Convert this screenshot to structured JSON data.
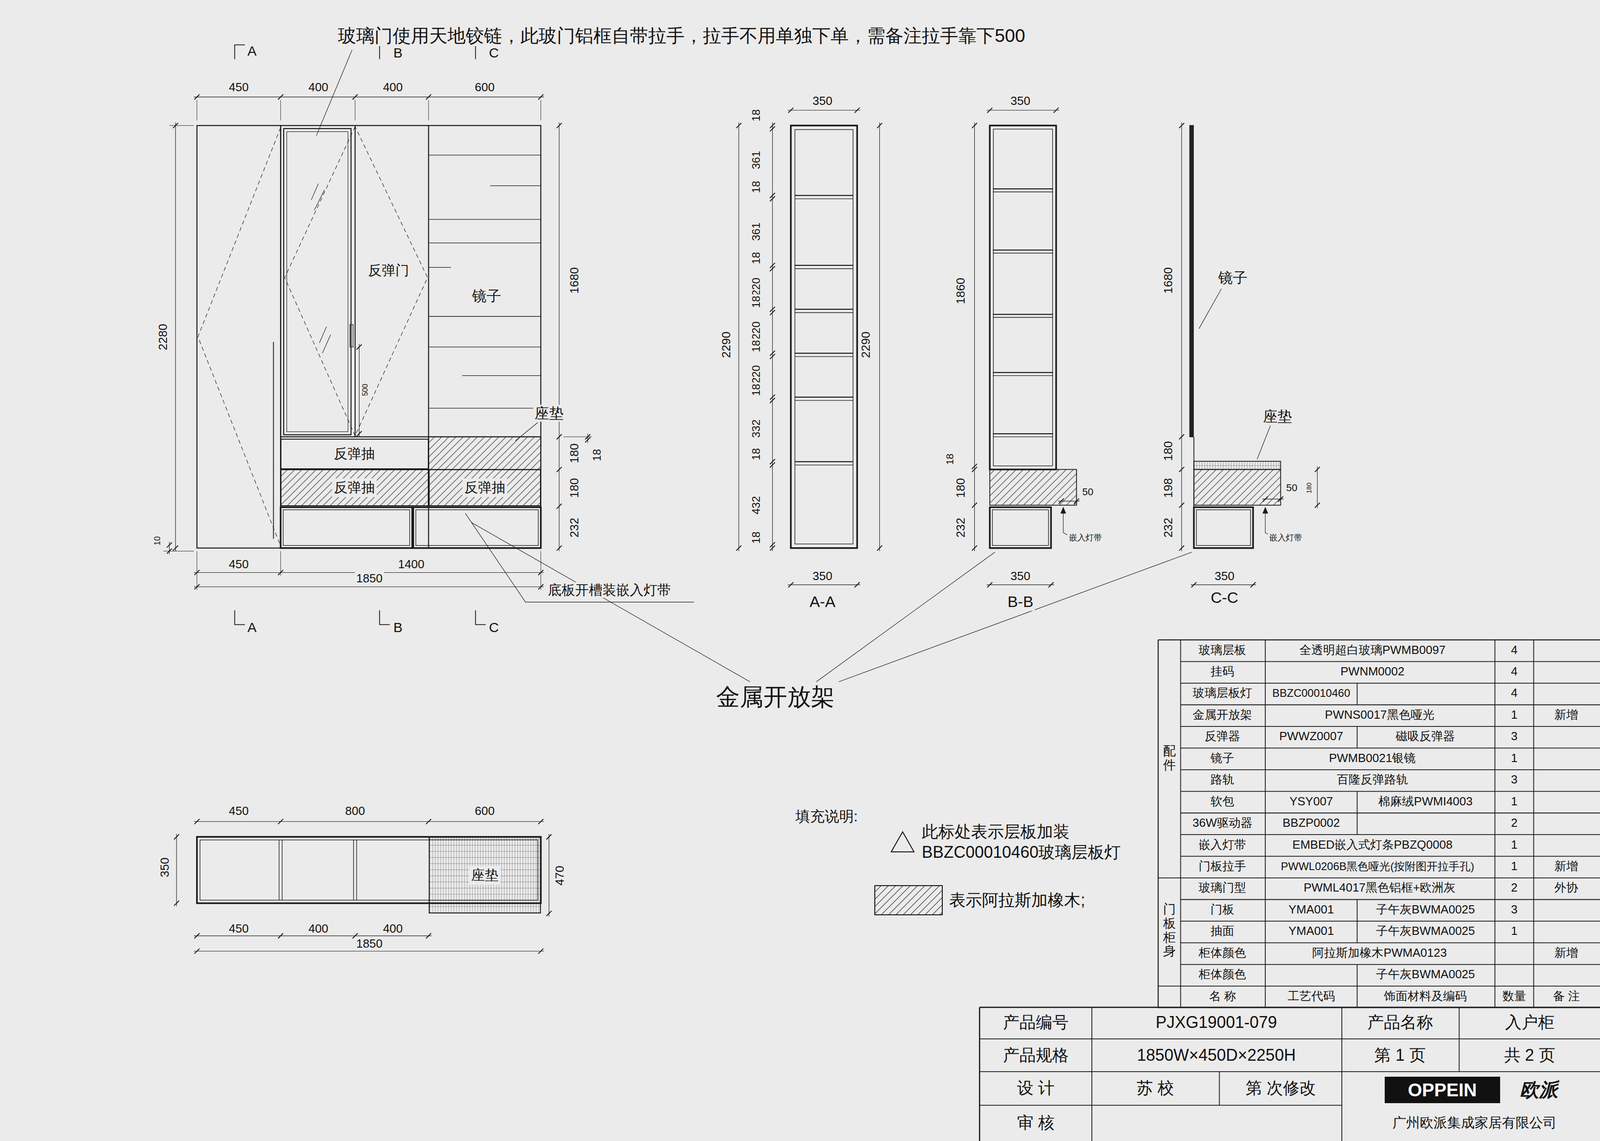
{
  "diagram": {
    "nodes": [
      {
        "text": [
          "反弹抽"
        ]
      },
      {
        "text": [
          "反弹抽"
        ]
      },
      {
        "text": [
          "反弹抽"
        ]
      },
      {
        "text": [
          "座垫"
        ]
      },
      {
        "text": [
          "OPPEIN"
        ]
      }
    ],
    "labels": [
      "玻璃门使用天地铰链，此玻门铝框自带拉手，拉手不用单独下单，需备注拉手靠下500",
      "A",
      "B",
      "C",
      "450",
      "400",
      "400",
      "600",
      "2280",
      "10",
      "反弹门",
      "镜子",
      "500",
      "座垫",
      "1680",
      "180",
      "18",
      "180",
      "232",
      "450",
      "1400",
      "1850",
      "底板开槽装嵌入灯带",
      "A",
      "B",
      "C",
      "350",
      "18",
      "361",
      "18",
      "361",
      "18",
      "220",
      "18",
      "220",
      "18",
      "220",
      "18",
      "332",
      "18",
      "432",
      "18",
      "2290",
      "2290",
      "350",
      "A-A",
      "350",
      "1860",
      "18",
      "180",
      "232",
      "50",
      "嵌入灯带",
      "350",
      "B-B",
      "1680",
      "镜子",
      "座垫",
      "180",
      "198",
      "232",
      "50",
      "180",
      "嵌入灯带",
      "350",
      "C-C",
      "金属开放架",
      "450",
      "800",
      "600",
      "350",
      "470",
      "450",
      "400",
      "400",
      "1850",
      "填充说明:",
      "玻璃层板",
      "全透明超白玻璃PWMB0097",
      "4",
      "挂码",
      "PWNM0002",
      "4",
      "玻璃层板灯",
      "BBZC00010460",
      "4",
      "金属开放架",
      "PWNS0017黑色哑光",
      "1",
      "新增",
      "反弹器",
      "PWWZ0007",
      "磁吸反弹器",
      "3",
      "镜子",
      "PWMB0021银镜",
      "1",
      "路轨",
      "百隆反弹路轨",
      "3",
      "软包",
      "YSY007",
      "棉麻绒PWMI4003",
      "1",
      "36W驱动器",
      "BBZP0002",
      "2",
      "嵌入灯带",
      "EMBED嵌入式灯条PBZQ0008",
      "1",
      "门板拉手",
      "PWWL0206B黑色哑光(按附图开拉手孔)",
      "1",
      "新增",
      "玻璃门型",
      "PWML4017黑色铝框+欧洲灰",
      "2",
      "外协",
      "门板",
      "YMA001",
      "子午灰BWMA0025",
      "3",
      "抽面",
      "YMA001",
      "子午灰BWMA0025",
      "1",
      "柜体颜色",
      "阿拉斯加橡木PWMA0123",
      "新增",
      "柜体颜色",
      "子午灰BWMA0025",
      "名 称",
      "工艺代码",
      "饰面材料及编码",
      "数量",
      "备 注",
      "配件",
      "门板柜身",
      "产品编号",
      "PJXG19001-079",
      "产品名称",
      "入户柜",
      "产品规格",
      "1850W×450D×2250H",
      "第 1 页",
      "共 2 页",
      "设 计",
      "苏 校",
      "第 次修改",
      "欧派",
      "审 核",
      "广州欧派集成家居有限公司"
    ],
    "legend": [
      {
        "text": "此标处表示层板加装 BBZC00010460玻璃层板灯"
      },
      {
        "text": "表示阿拉斯加橡木;"
      }
    ]
  }
}
